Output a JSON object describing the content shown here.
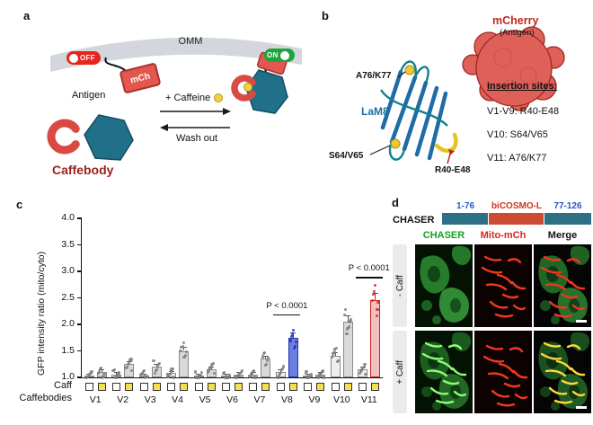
{
  "figure": {
    "panel_a": {
      "label": "a",
      "omm": "OMM",
      "antigen": "Antigen",
      "mch_tag": "mCh",
      "toggle_off": "OFF",
      "toggle_on": "ON",
      "plus_caffeine": "+ Caffeine",
      "wash_out": "Wash out",
      "caffebody": "Caffebody"
    },
    "panel_b": {
      "label": "b",
      "mcherry": "mCherry",
      "antigen_sub": "(Antigen)",
      "lam8": "LaM8",
      "site_a76": "A76/K77",
      "site_s64": "S64/V65",
      "site_r40": "R40-E48",
      "insertion_title": "Insertion sites:",
      "insertion_lines": [
        "V1-V9: R40-E48",
        "V10: S64/V65",
        "V11: A76/K77"
      ]
    },
    "panel_c": {
      "label": "c",
      "row_caff": "Caff",
      "row_caffebodies": "Caffebodies"
    },
    "panel_d": {
      "label": "d",
      "construct_name": "CHASER",
      "segments": [
        {
          "label": "1-76"
        },
        {
          "label": "biCOSMO-L"
        },
        {
          "label": "77-126"
        }
      ],
      "columns": [
        "CHASER",
        "Mito-mCh",
        "Merge"
      ],
      "rows": [
        "- Caff",
        "+ Caff"
      ]
    }
  },
  "chart_data": {
    "type": "bar",
    "title": "",
    "categories": [
      "V1",
      "V2",
      "V3",
      "V4",
      "V5",
      "V6",
      "V7",
      "V8",
      "V9",
      "V10",
      "V11"
    ],
    "series": [
      {
        "name": "- Caff",
        "values": [
          1.02,
          1.05,
          1.03,
          1.08,
          1.02,
          1.02,
          1.05,
          1.1,
          1.02,
          1.4,
          1.15
        ]
      },
      {
        "name": "+ Caff",
        "values": [
          1.1,
          1.25,
          1.2,
          1.5,
          1.15,
          1.05,
          1.35,
          1.75,
          1.05,
          2.05,
          2.45
        ]
      }
    ],
    "xlabel": "Caffebodies",
    "ylabel": "GFP intensity ratio (mito/cyto)",
    "ylim": [
      1.0,
      4.0
    ],
    "yticks": [
      "1.0",
      "1.5",
      "2.0",
      "2.5",
      "3.0",
      "3.5",
      "4.0"
    ],
    "annotations": [
      {
        "text": "P < 0.0001",
        "category": "V8"
      },
      {
        "text": "P < 0.0001",
        "category": "V11"
      }
    ],
    "caff_square_colors": {
      "minus": "#ffffff",
      "plus": "#f2e04e"
    },
    "highlight_colors": {
      "V8": "#6b7fe0",
      "V8_line": "#2433ad",
      "V11": "#f3c0c0",
      "V11_line": "#cc2424"
    }
  }
}
